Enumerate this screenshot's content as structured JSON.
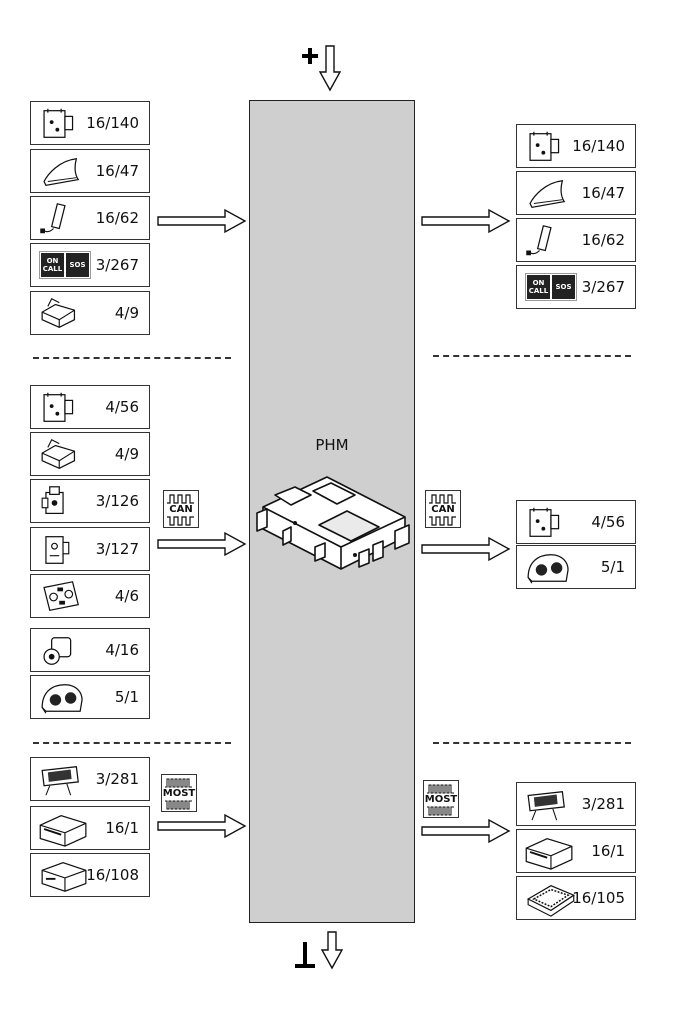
{
  "phm_label": "PHM",
  "bus": {
    "can": "CAN",
    "most": "MOST"
  },
  "inputs": {
    "group1": [
      {
        "icon": "control-module-icon",
        "label": "16/140"
      },
      {
        "icon": "shark-fin-antenna-icon",
        "label": "16/47"
      },
      {
        "icon": "microphone-icon",
        "label": "16/62"
      },
      {
        "icon": "on-call-sos-buttons-icon",
        "label": "3/267"
      },
      {
        "icon": "module-icon",
        "label": "4/9"
      }
    ],
    "group2": [
      {
        "icon": "control-module-icon",
        "label": "4/56"
      },
      {
        "icon": "module-icon",
        "label": "4/9"
      },
      {
        "icon": "switch-module-icon",
        "label": "3/126"
      },
      {
        "icon": "sensor-module-icon",
        "label": "3/127"
      },
      {
        "icon": "climate-panel-icon",
        "label": "4/6"
      },
      {
        "icon": "steering-lock-icon",
        "label": "4/16"
      },
      {
        "icon": "instrument-cluster-icon",
        "label": "5/1"
      }
    ],
    "group3": [
      {
        "icon": "display-icon",
        "label": "3/281"
      },
      {
        "icon": "infotainment-unit-icon",
        "label": "16/1"
      },
      {
        "icon": "media-unit-icon",
        "label": "16/108"
      }
    ]
  },
  "outputs": {
    "group1": [
      {
        "icon": "control-module-icon",
        "label": "16/140"
      },
      {
        "icon": "shark-fin-antenna-icon",
        "label": "16/47"
      },
      {
        "icon": "microphone-icon",
        "label": "16/62"
      },
      {
        "icon": "on-call-sos-buttons-icon",
        "label": "3/267"
      }
    ],
    "group2": [
      {
        "icon": "control-module-icon",
        "label": "4/56"
      },
      {
        "icon": "instrument-cluster-icon",
        "label": "5/1"
      }
    ],
    "group3": [
      {
        "icon": "display-icon",
        "label": "3/281"
      },
      {
        "icon": "infotainment-unit-icon",
        "label": "16/1"
      },
      {
        "icon": "amplifier-icon",
        "label": "16/105"
      }
    ]
  },
  "sos_button": {
    "on": "ON",
    "call": "CALL",
    "sos": "SOS"
  }
}
